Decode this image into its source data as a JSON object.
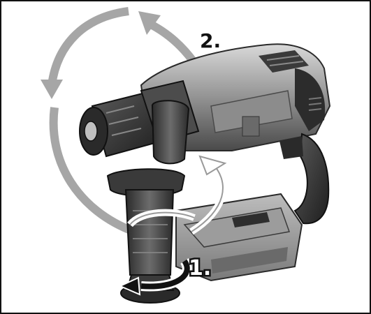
{
  "figure": {
    "subject": "rotary-hammer-drill",
    "steps": [
      {
        "label": "1.",
        "action": "twist-handle-grip"
      },
      {
        "label": "2.",
        "action": "rotate-auxiliary-handle"
      }
    ],
    "colors": {
      "tool_dark": "#3a3a3a",
      "tool_mid": "#7a7a7a",
      "tool_light": "#bdbdbd",
      "arrow_gray": "#a6a6a6",
      "frame": "#111111",
      "background": "#ffffff"
    }
  }
}
